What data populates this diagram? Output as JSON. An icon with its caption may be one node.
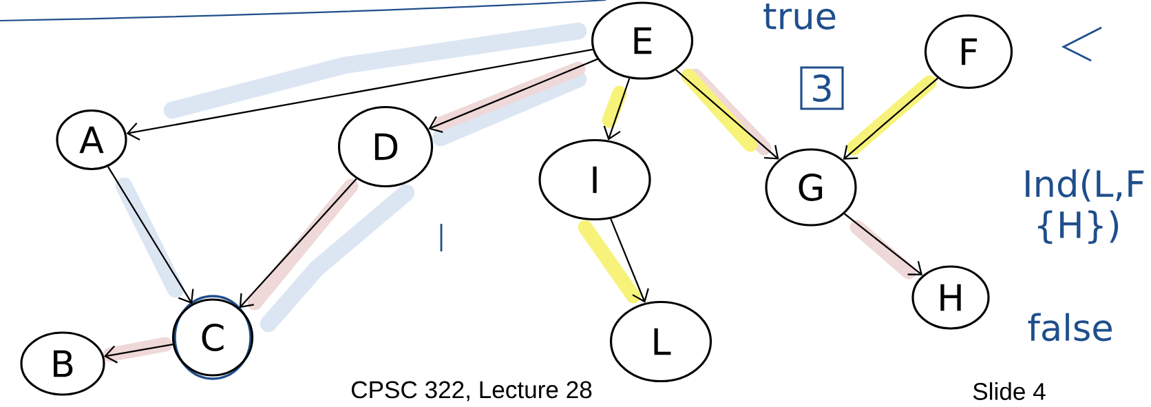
{
  "diagram": {
    "nodes": [
      {
        "text": [
          "A"
        ]
      },
      {
        "text": [
          "B"
        ]
      },
      {
        "text": [
          "C"
        ]
      },
      {
        "text": [
          "D"
        ]
      },
      {
        "text": [
          "E"
        ]
      },
      {
        "text": [
          "I"
        ]
      },
      {
        "text": [
          "L"
        ]
      },
      {
        "text": [
          "G"
        ]
      },
      {
        "text": [
          "F"
        ]
      },
      {
        "text": [
          "H"
        ]
      },
      {
        "text": [
          "3"
        ]
      }
    ],
    "edges": [
      {
        "from": 4,
        "to": 0,
        "arrow": "to"
      },
      {
        "from": 0,
        "to": 2,
        "arrow": "to"
      },
      {
        "from": 2,
        "to": 1,
        "arrow": "to"
      },
      {
        "from": 3,
        "to": 2,
        "arrow": "to"
      },
      {
        "from": 4,
        "to": 3,
        "arrow": "to"
      },
      {
        "from": 4,
        "to": 5,
        "arrow": "to"
      },
      {
        "from": 5,
        "to": 6,
        "arrow": "to"
      },
      {
        "from": 4,
        "to": 7,
        "arrow": "to"
      },
      {
        "from": 8,
        "to": 7,
        "arrow": "to"
      },
      {
        "from": 7,
        "to": 9,
        "arrow": "to"
      }
    ],
    "labels": [
      "true",
      "Ind(L,F {H})",
      "false",
      "CPSC 322, Lecture 28",
      "Slide 4"
    ]
  }
}
